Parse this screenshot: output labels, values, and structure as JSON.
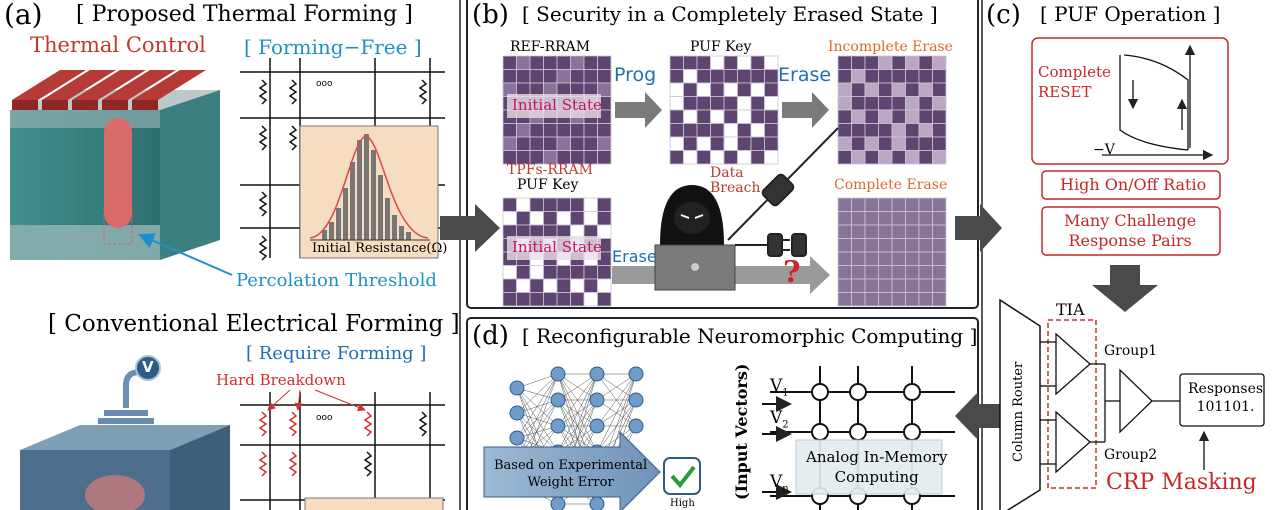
{
  "panel_a": {
    "letter": "(a)",
    "title": "[ Proposed Thermal Forming ]",
    "thermal_control": "Thermal Control",
    "forming_free": "[ Forming−Free ]",
    "initial_resistance": "Initial Resistance(Ω)",
    "percolation": "Percolation Threshold",
    "conventional_title": "[ Conventional Electrical Forming ]",
    "require_forming": "[ Require Forming ]",
    "hard_breakdown": "Hard Breakdown",
    "v_symbol": "V",
    "dots": "ooo"
  },
  "panel_b": {
    "letter": "(b)",
    "title": "[ Security in a Completely Erased State ]",
    "ref_rram": "REF-RRAM",
    "puf_key_top": "PUF Key",
    "incomplete_erase": "Incomplete Erase",
    "initial_state": "Initial State",
    "prog": "Prog",
    "erase_top": "Erase",
    "tpfs_rram": "TPFs-RRAM",
    "puf_key_bottom": "PUF Key",
    "initial_state_bottom": "Initial State",
    "data_breach": "Data\nBreach",
    "complete_erase": "Complete Erase",
    "erase_bottom": "Erase",
    "question": "?"
  },
  "panel_c": {
    "letter": "(c)",
    "title": "[ PUF Operation ]",
    "complete_reset": "Complete\nRESET",
    "neg_v": "−V",
    "high_ratio": "High On/Off Ratio",
    "crp_box": "Many Challenge\nResponse Pairs",
    "tia": "TIA",
    "column_router": "Column Router",
    "group1": "Group1",
    "group2": "Group2",
    "responses": "Responses\n101101.",
    "crp_masking": "CRP Masking"
  },
  "panel_d": {
    "letter": "(d)",
    "title": "[ Reconfigurable Neuromorphic Computing ]",
    "arrow_text": "Based on Experimental\nWeight Error",
    "high": "High",
    "input_vectors": "(Input Vectors)",
    "v1": "V",
    "v1_sub": "1",
    "v2": "V",
    "v2_sub": "2",
    "vn": "V",
    "vn_sub": "n",
    "aimc": "Analog In-Memory\nComputing"
  },
  "colors": {
    "purple_dark": "#5e4570",
    "purple_mid": "#8a7398",
    "red_accent": "#c0392b",
    "blue_accent": "#1f6fb2",
    "orange_accent": "#e0682a",
    "teal": "#3a8a8a"
  }
}
